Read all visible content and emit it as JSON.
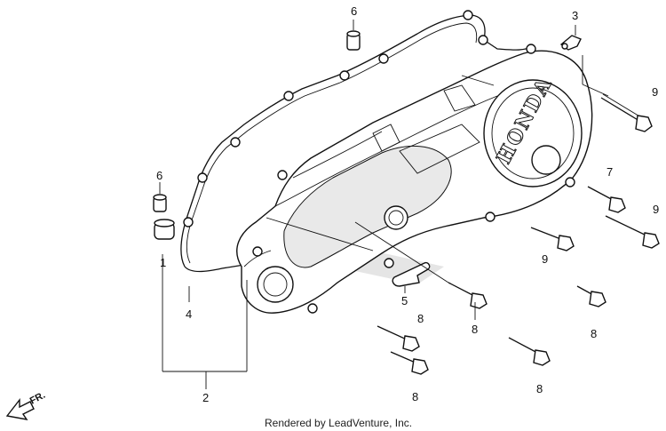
{
  "callouts": [
    {
      "id": "c1",
      "text": "1"
    },
    {
      "id": "c2",
      "text": "2"
    },
    {
      "id": "c3",
      "text": "3"
    },
    {
      "id": "c4",
      "text": "4"
    },
    {
      "id": "c5",
      "text": "5"
    },
    {
      "id": "c6a",
      "text": "6"
    },
    {
      "id": "c6b",
      "text": "6"
    },
    {
      "id": "c7",
      "text": "7"
    },
    {
      "id": "c8a",
      "text": "8"
    },
    {
      "id": "c8b",
      "text": "8"
    },
    {
      "id": "c8c",
      "text": "8"
    },
    {
      "id": "c8d",
      "text": "8"
    },
    {
      "id": "c8e",
      "text": "8"
    },
    {
      "id": "c9a",
      "text": "9"
    },
    {
      "id": "c9b",
      "text": "9"
    },
    {
      "id": "c9c",
      "text": "9"
    }
  ],
  "brand_mark": "HONDA",
  "direction_marker": "FR.",
  "credit": "Rendered by LeadVenture, Inc."
}
